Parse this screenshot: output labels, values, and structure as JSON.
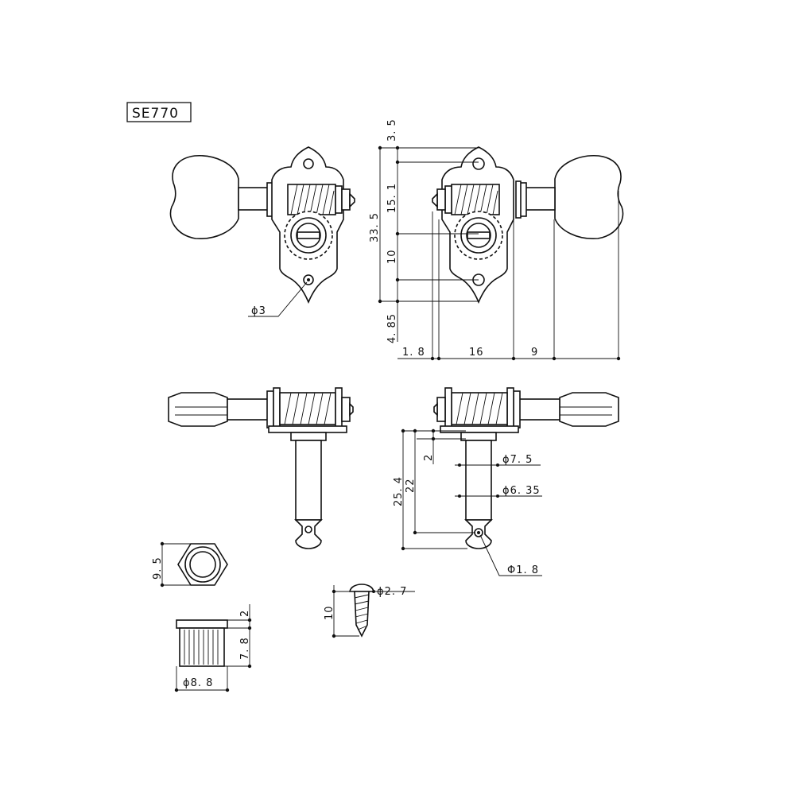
{
  "model": "SE770",
  "dimensions": {
    "top_gap": "3. 5",
    "hole_to_gear": "15. 1",
    "overall_height": "33. 5",
    "gear_to_hole": "10",
    "bottom_gap": "4. 85",
    "w_side": "1. 8",
    "w_plate": "16",
    "w_button": "9",
    "hole_dia": "ϕ3",
    "post_collar": "2",
    "post_length_full": "25. 4",
    "post_length": "22",
    "post_dia_upper": "ϕ7. 5",
    "post_dia_lower": "ϕ6. 35",
    "string_hole_dia": "Φ1. 8",
    "nut_width": "9. 5",
    "screw_dia": "ϕ2. 7",
    "screw_length": "10",
    "bushing_flange": "2",
    "bushing_height": "7. 8",
    "bushing_dia": "ϕ8. 8"
  }
}
